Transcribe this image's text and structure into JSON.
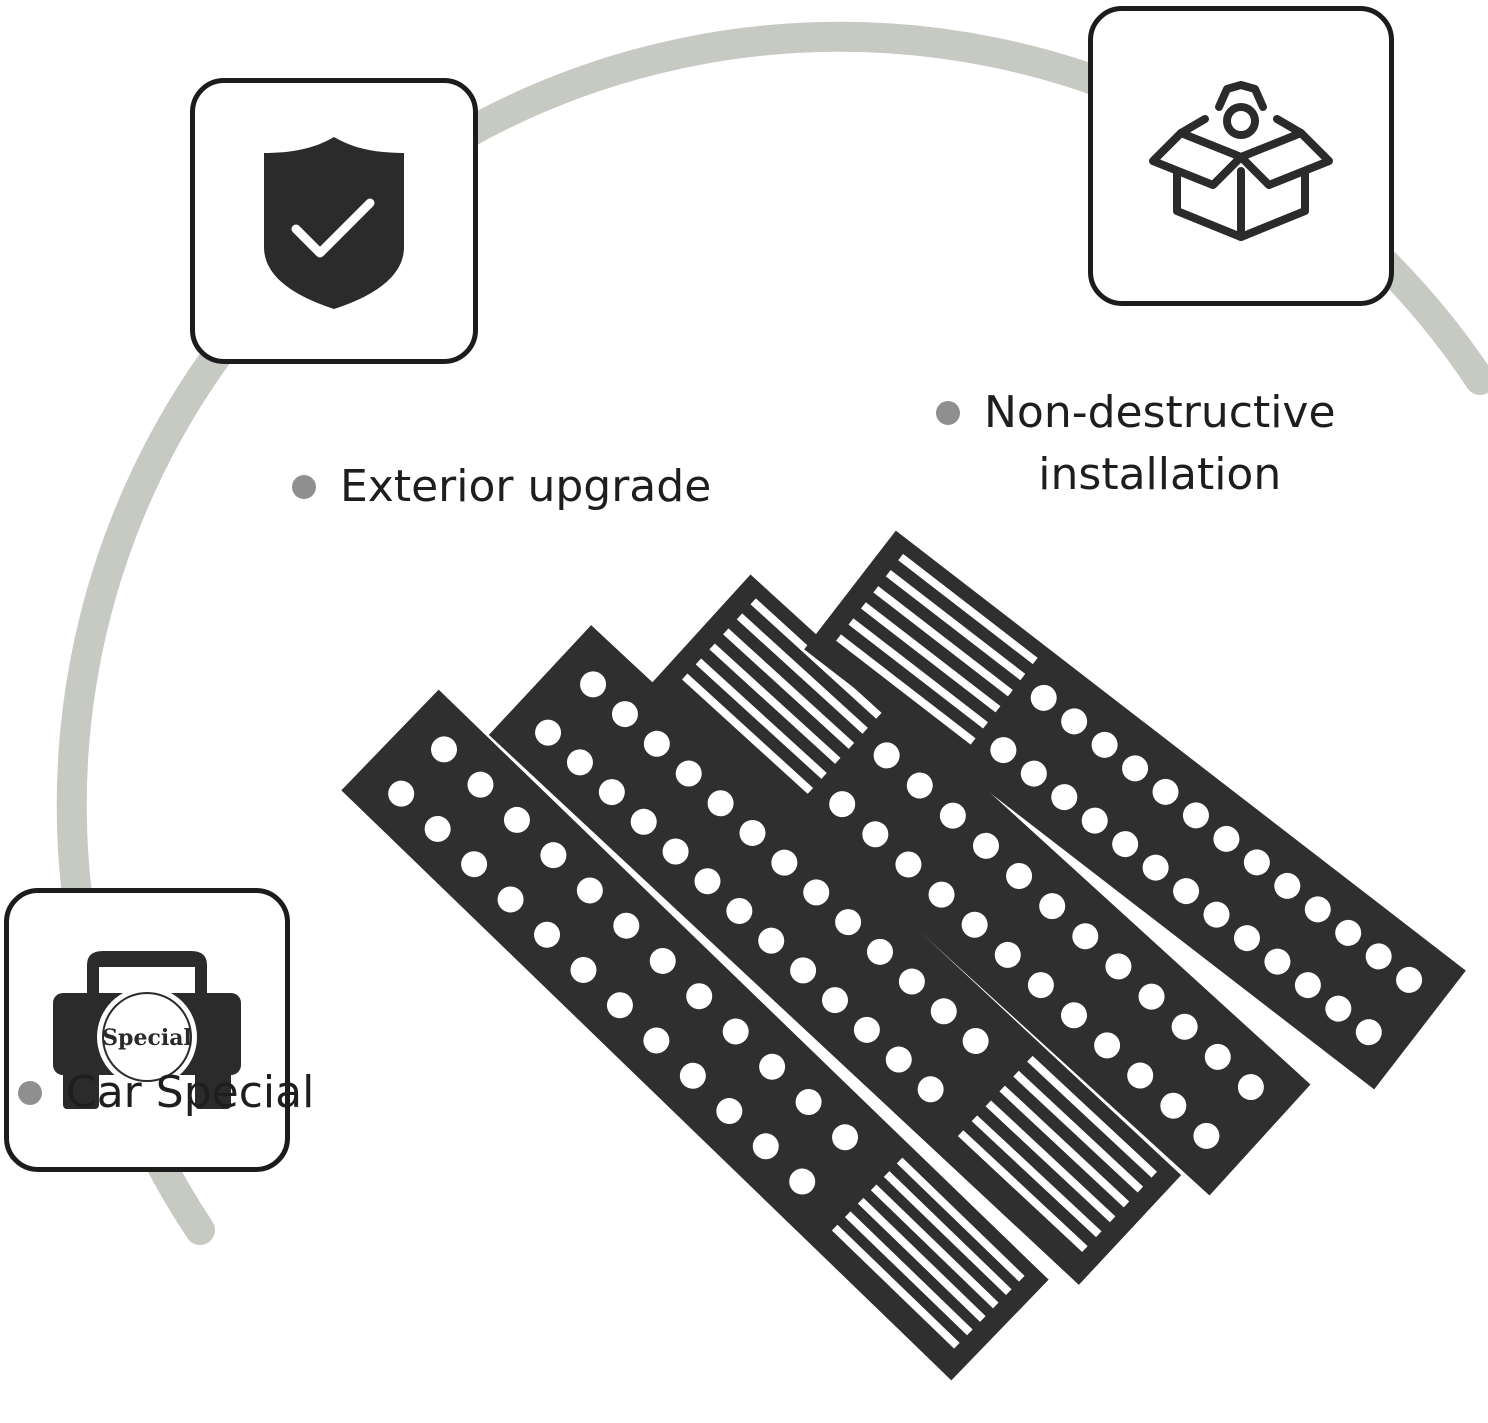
{
  "features": [
    {
      "id": "exterior",
      "label": "Exterior upgrade",
      "icon": "shield-check-icon"
    },
    {
      "id": "install",
      "label": "Non-destructive\ninstallation",
      "icon": "box-gear-icon"
    },
    {
      "id": "car",
      "label": "Car Special",
      "icon": "car-icon",
      "icon_text": "Special"
    }
  ],
  "colors": {
    "arc": "#c7c9c3",
    "icon_fill": "#2b2b2b",
    "dot": "#8f8f8f",
    "plate": "#2f2f2f"
  }
}
